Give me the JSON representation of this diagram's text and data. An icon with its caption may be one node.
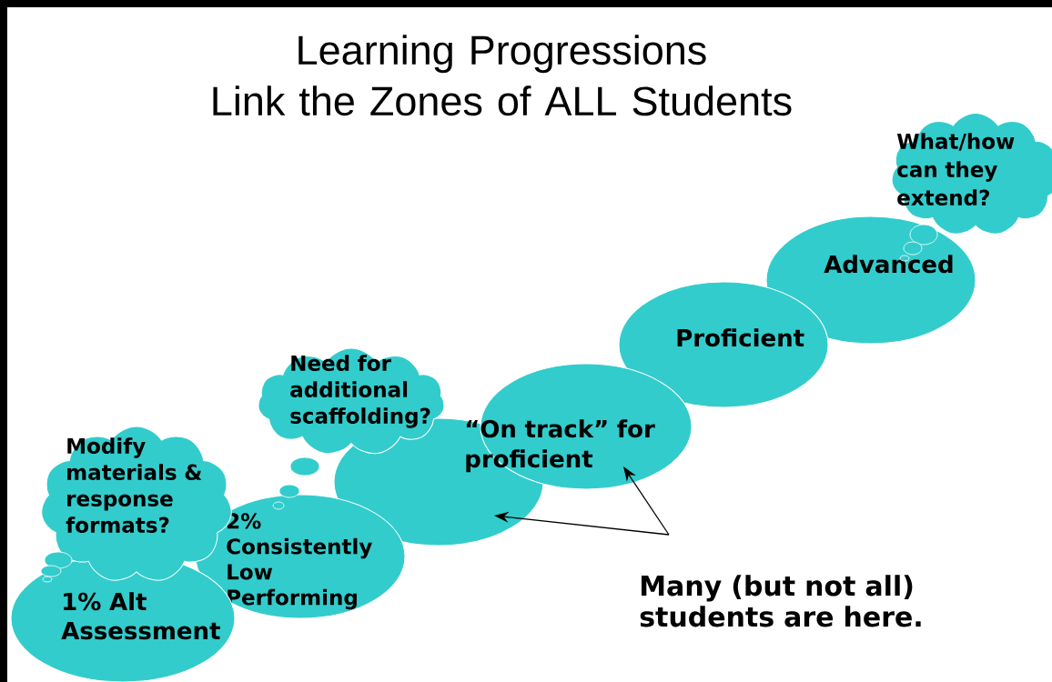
{
  "diagram": {
    "title": "Learning Progressions Link the Zones of ALL Students",
    "nodes": [
      {
        "text": [
          "What/how can they extend?"
        ]
      },
      {
        "text": [
          "Advanced"
        ]
      },
      {
        "text": [
          "Proficient"
        ]
      },
      {
        "text": [
          "Need for additional scaffolding?"
        ]
      },
      {
        "text": [
          "“On track” for proficient"
        ]
      },
      {
        "text": [
          "Modify materials & response formats?"
        ]
      },
      {
        "text": [],
        "shape": "ellipse"
      },
      {
        "text": [
          "2% Consistently Low Performing"
        ]
      },
      {
        "text": [
          "Many (but not all) students are here."
        ]
      },
      {
        "text": [
          "1% Alt Assessment"
        ]
      }
    ],
    "edges": [
      {
        "from": 8,
        "to": 6,
        "arrow": "to"
      },
      {
        "from": 8,
        "to": 4,
        "arrow": "to"
      }
    ]
  }
}
